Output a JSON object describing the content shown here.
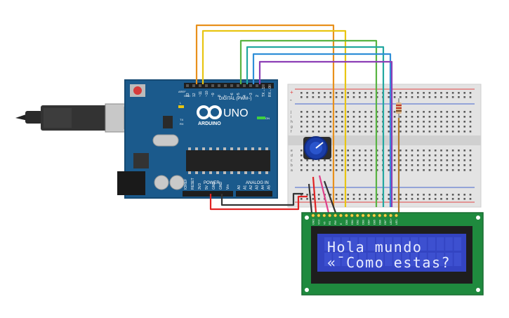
{
  "colors": {
    "board": "#1b5a8c",
    "breadboard": "#e3e3e3",
    "lcd_pcb": "#1f8a3e",
    "lcd_screen": "#3344c2",
    "wire_orange": "#e8901b",
    "wire_yellow": "#e8c512",
    "wire_green": "#58b342",
    "wire_teal": "#22a7a0",
    "wire_blue": "#2f8fd8",
    "wire_purple": "#8c3fb6",
    "wire_red": "#e02323",
    "wire_black": "#333333",
    "wire_pink": "#e0408a"
  },
  "arduino": {
    "label_uno": "UNO",
    "label_arduino": "ARDUINO",
    "label_digital": "DIGITAL (PWM~)",
    "label_power": "POWER",
    "label_analog": "ANALOG IN",
    "label_on": "ON",
    "label_l": "L",
    "label_tx": "TX",
    "label_rx": "RX",
    "label_aref": "AREF",
    "label_gnd": "GND",
    "digital_pins": [
      "13",
      "12",
      "~11",
      "~10",
      "~9",
      "8",
      "7",
      "~6",
      "~5",
      "4",
      "~3",
      "2",
      "TX→1",
      "RX←0"
    ],
    "power_pins": [
      "IOREF",
      "RESET",
      "3V3",
      "5V",
      "GND",
      "GND",
      "Vin"
    ],
    "analog_pins": [
      "A0",
      "A1",
      "A2",
      "A3",
      "A4",
      "A5"
    ]
  },
  "breadboard": {
    "row_letters_top": [
      "j",
      "i",
      "h",
      "g",
      "f"
    ],
    "row_letters_bottom": [
      "e",
      "d",
      "c",
      "b",
      "a"
    ],
    "rail_plus": "+",
    "rail_minus": "-"
  },
  "lcd": {
    "pin_labels": [
      "GND",
      "VCC",
      "V0",
      "RS",
      "RW",
      "E",
      "DB0",
      "DB1",
      "DB2",
      "DB3",
      "DB4",
      "DB5",
      "DB6",
      "DB7",
      "LED+",
      "LED-"
    ],
    "line1": "Hola mundo",
    "line2": "«¯Como estas?"
  },
  "icons": {
    "usb": "usb-icon",
    "infinity": "infinity-logo-icon",
    "potentiometer": "potentiometer-icon",
    "resistor": "resistor-icon",
    "reset_button": "reset-button-icon"
  }
}
